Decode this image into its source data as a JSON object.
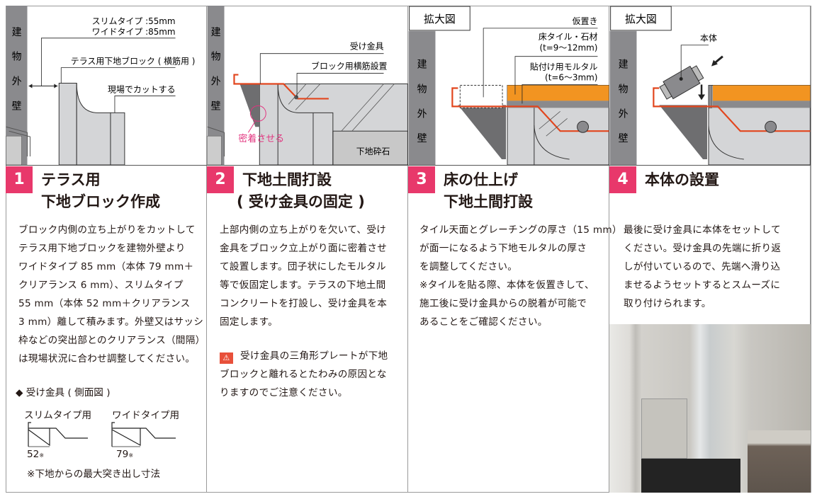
{
  "wall_label": [
    "建",
    "物",
    "外",
    "壁"
  ],
  "zoom_label": "拡大図",
  "steps": [
    {
      "number": "1",
      "title": [
        "テラス用",
        "下地ブロック作成"
      ],
      "diagram": {
        "dim_label_1": "スリムタイプ :55mm",
        "dim_label_2": "ワイドタイプ :85mm",
        "block_label": "テラス用下地ブロック ( 横筋用 )",
        "cut_label": "現場でカットする"
      },
      "body": [
        "ブロック内側の立ち上がりをカットして",
        "テラス用下地ブロックを建物外壁より",
        "ワイドタイプ 85 mm（本体 79 mm＋",
        "クリアランス 6 mm）、スリムタイプ",
        "55 mm（本体 52 mm＋クリアランス",
        "3 mm）離して積みます。外壁又はサッシ",
        "枠などの突出部とのクリアランス（間隔）",
        "は現場状況に合わせ調整してください。"
      ],
      "side_view": {
        "heading": "◆ 受け金具 ( 側面図 )",
        "slim_label": "スリムタイプ用",
        "wide_label": "ワイドタイプ用",
        "slim_dim": "52",
        "wide_dim": "79",
        "mark": "※",
        "note": "※下地からの最大突き出し寸法"
      }
    },
    {
      "number": "2",
      "title": [
        "下地土間打設",
        "( 受け金具の固定 )"
      ],
      "diagram": {
        "bracket_label": "受け金具",
        "rebar_label": "ブロック用横筋設置",
        "contact_label": "密着させる",
        "gravel_label": "下地砕石"
      },
      "body": [
        "上部内側の立ち上がりを欠いて、受け",
        "金具をブロック立上がり面に密着させ",
        "て設置します。団子状にしたモルタル",
        "等で仮固定します。テラスの下地土間",
        "コンクリートを打設し、受け金具を本",
        "固定します。"
      ],
      "warning_icon": "warning-triangle-icon",
      "warning": [
        "受け金具の三角形プレートが下地",
        "ブロックと離れるとたわみの原因とな",
        "りますのでご注意ください。"
      ]
    },
    {
      "number": "3",
      "title": [
        "床の仕上げ",
        "下地土間打設"
      ],
      "diagram": {
        "temp_label": "仮置き",
        "tile_label_1": "床タイル・石材",
        "tile_label_2": "(t=9～12mm)",
        "mortar_label_1": "貼付け用モルタル",
        "mortar_label_2": "(t=6～3mm)"
      },
      "body": [
        "タイル天面とグレーチングの厚さ（15 mm）",
        "が面一になるよう下地モルタルの厚さ",
        "を調整してください。",
        "※タイルを貼る際、本体を仮置きして、",
        "施工後に受け金具からの脱着が可能で",
        "あることをご確認ください。"
      ]
    },
    {
      "number": "4",
      "title": [
        "本体の設置"
      ],
      "diagram": {
        "body_label": "本体"
      },
      "body": [
        "最後に受け金具に本体をセットして",
        "ください。受け金具の先端に折り返",
        "しが付いているので、先端へ滑り込",
        "ませるようセットするとスムーズに",
        "取り付けられます。"
      ]
    }
  ],
  "colors": {
    "accent": "#e8386b",
    "bracket": "#e2461e",
    "tile": "#f29421",
    "wall": "#8a8a8d",
    "block": "#d4d5d7"
  }
}
